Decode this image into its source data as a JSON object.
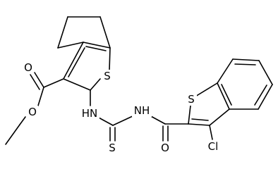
{
  "diagram": {
    "type": "chemical-structure",
    "atom_labels": {
      "ester_carbonyl_o": "O",
      "ester_ether_o": "O",
      "thiophene_s": "S",
      "amine_nh_left": "HN",
      "amine_nh_right": "NH",
      "thione_s": "S",
      "amide_o": "O",
      "benzothiophene_s": "S",
      "chloro": "Cl"
    }
  }
}
